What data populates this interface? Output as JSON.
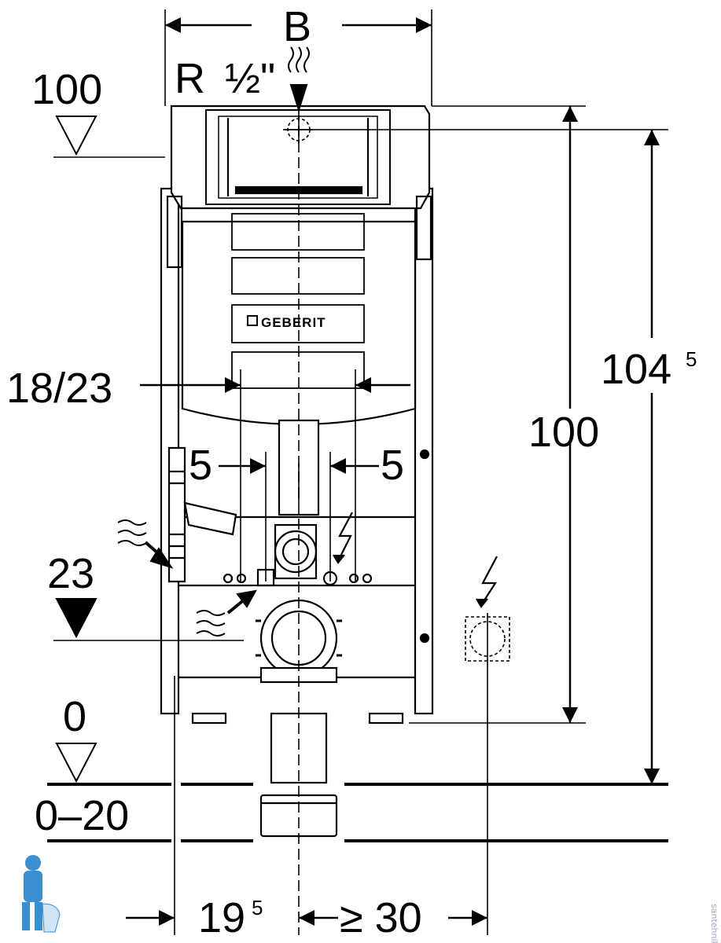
{
  "labels": {
    "width_B": "B",
    "thread_R": "R",
    "thread_half": "½\"",
    "level_100": "100",
    "width_18_23": "18/23",
    "five_left": "5",
    "five_right": "5",
    "level_23": "23",
    "level_0": "0",
    "range_0_20": "0–20",
    "height_100": "100",
    "height_104_main": "104",
    "height_104_sup": "5",
    "offset_19_main": "19",
    "offset_19_sup": "5",
    "min_30": "≥ 30",
    "brand": "GEBERIT",
    "watermark": "santehnika"
  },
  "icons": {
    "water_supply": "water-inlet-arrow-icon",
    "electric": "lightning-bolt-icon",
    "level_marker": "level-triangle-icon",
    "mascot": "plumber-mascot-icon"
  },
  "colors": {
    "line": "#000000",
    "background": "#ffffff",
    "frame_gray": "#e8e8e8",
    "mascot_blue": "#3a8fd0"
  }
}
